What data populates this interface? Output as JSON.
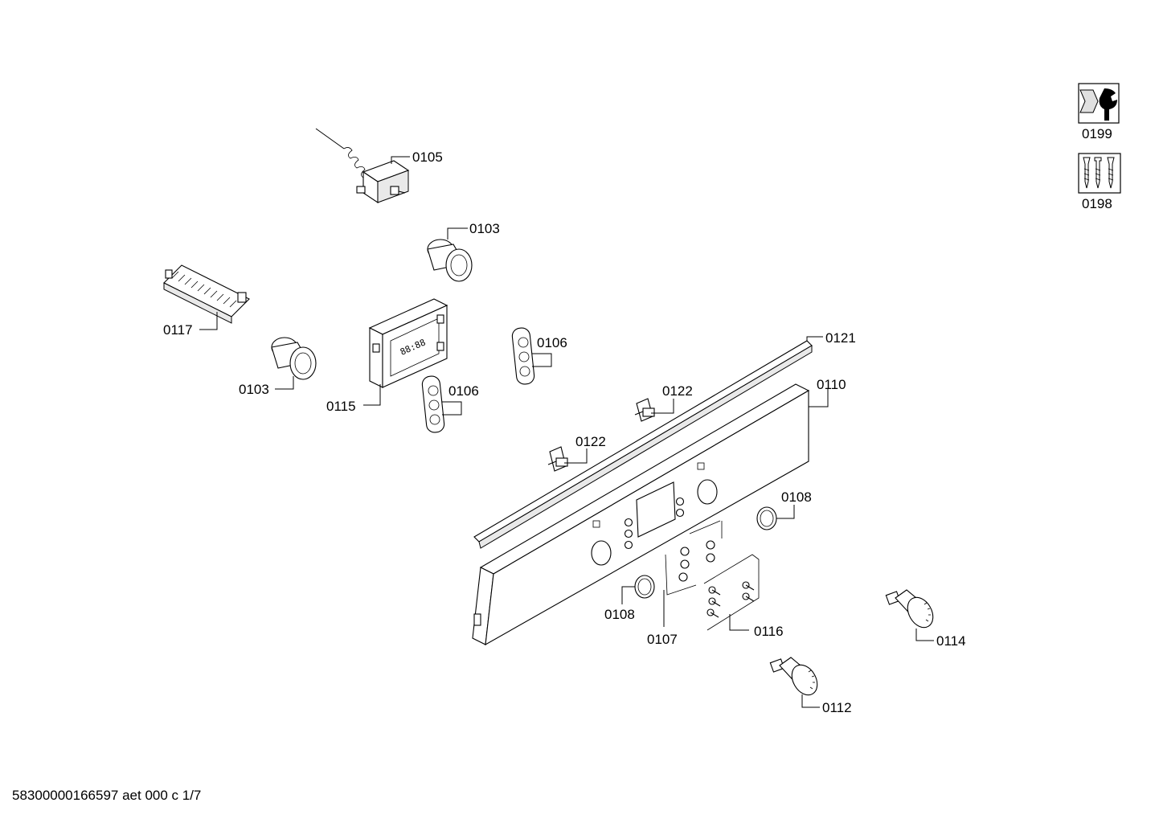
{
  "footer": "58300000166597 aet 000 c 1/7",
  "parts": {
    "p0105": "0105",
    "p0103a": "0103",
    "p0103b": "0103",
    "p0117": "0117",
    "p0115": "0115",
    "p0106a": "0106",
    "p0106b": "0106",
    "p0121": "0121",
    "p0122a": "0122",
    "p0122b": "0122",
    "p0110": "0110",
    "p0108a": "0108",
    "p0108b": "0108",
    "p0107": "0107",
    "p0116": "0116",
    "p0114": "0114",
    "p0112": "0112",
    "p0199": "0199",
    "p0198": "0198"
  },
  "display": {
    "digits": "88:88"
  },
  "icons": {
    "tools": "wrench-nut-icon",
    "screws": "screw-set-icon"
  }
}
